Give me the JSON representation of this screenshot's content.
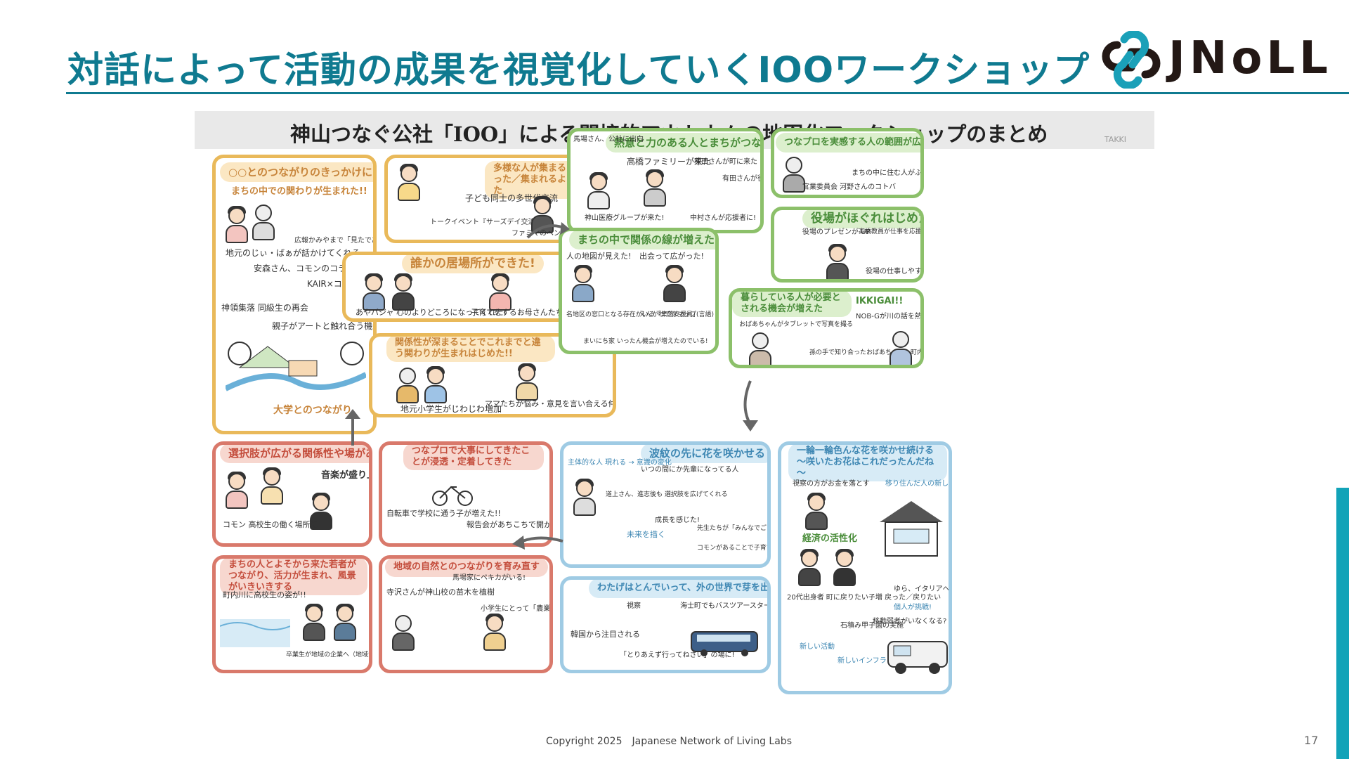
{
  "slide": {
    "title": "対話によって活動の成果を視覚化していくIOOワークショップ",
    "logo_text": "JNoLL",
    "copyright": "Copyright 2025　Japanese Network of Living Labs",
    "page_number": "17",
    "accent_color": "#0f7a90"
  },
  "graphic": {
    "title": "神山つなぐ公社「IOO」による間接的アウトカムの地図化ワークショップのまとめ",
    "signature": "TAKKI",
    "panels": [
      {
        "heading": "○○とのつながりのきっかけになった!!",
        "sub": "まちの中での関わりが生まれた!!",
        "notes": [
          "地元のじぃ・ばぁが話かけてくれる",
          "広報かみやまで「見たであるよ」と話をかけてくれる",
          "安森さん、コモンのコラムを担当することに!",
          "KAIR×コモン",
          "神領集落 同級生の再会",
          "親子がアートと触れ合う機会に",
          "大学とのつながり"
        ]
      },
      {
        "heading": "多様な人が集まるようになった／集まれるようになった",
        "notes": [
          "子ども同士の多世代交流",
          "トークイベント『サーズデイ交流』",
          "ファミマのベンチに高校生がいる!"
        ]
      },
      {
        "heading": "誰かの居場所ができた!",
        "notes": [
          "あやバジャ 心のよりどころになってくれた!",
          "子育てをするお母さんたちが積極的(コモン)"
        ]
      },
      {
        "heading": "関係性が深まることでこれまでと違う関わりが生まれはじめた!!",
        "notes": [
          "地元小学生がじわじわ増加",
          "ママたちが悩み・意見を言い合える仲に!"
        ]
      },
      {
        "heading": "熱意と力のある人とまちがつながった!",
        "notes": [
          "馬場さん、公社に出向",
          "高橋ファミリーが来た",
          "種田さんが町に来た",
          "有田さんが役場に",
          "神山医療グループが来た!",
          "中村さんが応援者に!"
        ]
      },
      {
        "heading": "つなプロを実感する人の範囲が広がった",
        "notes": [
          "官業委員会 河野さんのコトバ",
          "まちの中に住む人がふえた"
        ]
      },
      {
        "heading": "役場がほぐれはじめた",
        "notes": [
          "役場のプレゼンが UP",
          "高橋教員が仕事を応援してくれる!",
          "役場の仕事しやすい増えた!"
        ]
      },
      {
        "heading": "まちの中で関係の線が増えた!",
        "notes": [
          "人の地図が見えた!",
          "出会って広がった!",
          "名地区の窓口となる存在がいる「集落支援員」",
          "えんがわでタマップ(言語)",
          "まいにち家 いったん機会が増えたのでいる!"
        ]
      },
      {
        "heading": "暮らしている人が必要とされる機会が増えた",
        "notes": [
          "IKKIGAI!!",
          "おばあちゃんがタブレットで写真を撮る",
          "NOB-Gが川の話を熱く語る",
          "孫の手で知り合ったおばあちゃん、町内見にくる"
        ]
      },
      {
        "heading": "選択肢が広がる関係性や場がある",
        "notes": [
          "音楽が盛り上がる♪",
          "コモン 高校生の働く場所に"
        ]
      },
      {
        "heading": "つなプロで大事にしてきたことが浸透・定着してきた",
        "notes": [
          "自転車で学校に通う子が増えた!!",
          "報告会があちこちで開かれている"
        ]
      },
      {
        "heading": "波紋の先に花を咲かせる",
        "notes": [
          "主体的な人 現れる → 意識の変化",
          "いつの間にか先輩になってる人",
          "道上さん、進志後も 選択肢を広げてくれる",
          "成長を感じた!",
          "先生たちが「みんなでごはん」やろうと言ってる",
          "コモンがあることで子育てする未来も描けた!!",
          "未来を描く"
        ]
      },
      {
        "heading": "一輪一輪色んな花を咲かせ続ける～咲いたお花はこれだったんだね～",
        "notes": [
          "視察の方がお金を落とす",
          "移り住んだ人の新しい仕事・取組",
          "経済の活性化",
          "20代出身者 町に戻りたい子増 戻った／戻りたい",
          "ゆら、イタリアへ",
          "個人が挑戦!",
          "石積み甲子園の実施",
          "新しい活動",
          "新しいインフラ",
          "移動弱者がいなくなる?"
        ]
      },
      {
        "heading": "まちの人とよそから来た若者がつながり、活力が生まれ、風景がいきいきする",
        "notes": [
          "町内川に高校生の姿が!!",
          "卒業生が地域の企業へ（地域が元気になる）"
        ]
      },
      {
        "heading": "地域の自然とのつながりを育み直す",
        "notes": [
          "寺沢さんが神山校の苗木を植樹",
          "馬場家にペキカがいる!",
          "小学生にとって「農業」がかっこいい仕事に"
        ]
      },
      {
        "heading": "わたげはとんでいって、外の世界で芽を出した",
        "notes": [
          "韓国から注目される",
          "視察",
          "海士町でもバスツアースタート!「わがまちこバスツアー」",
          "「とりあえず行ってねさい」の場に!"
        ]
      }
    ]
  }
}
